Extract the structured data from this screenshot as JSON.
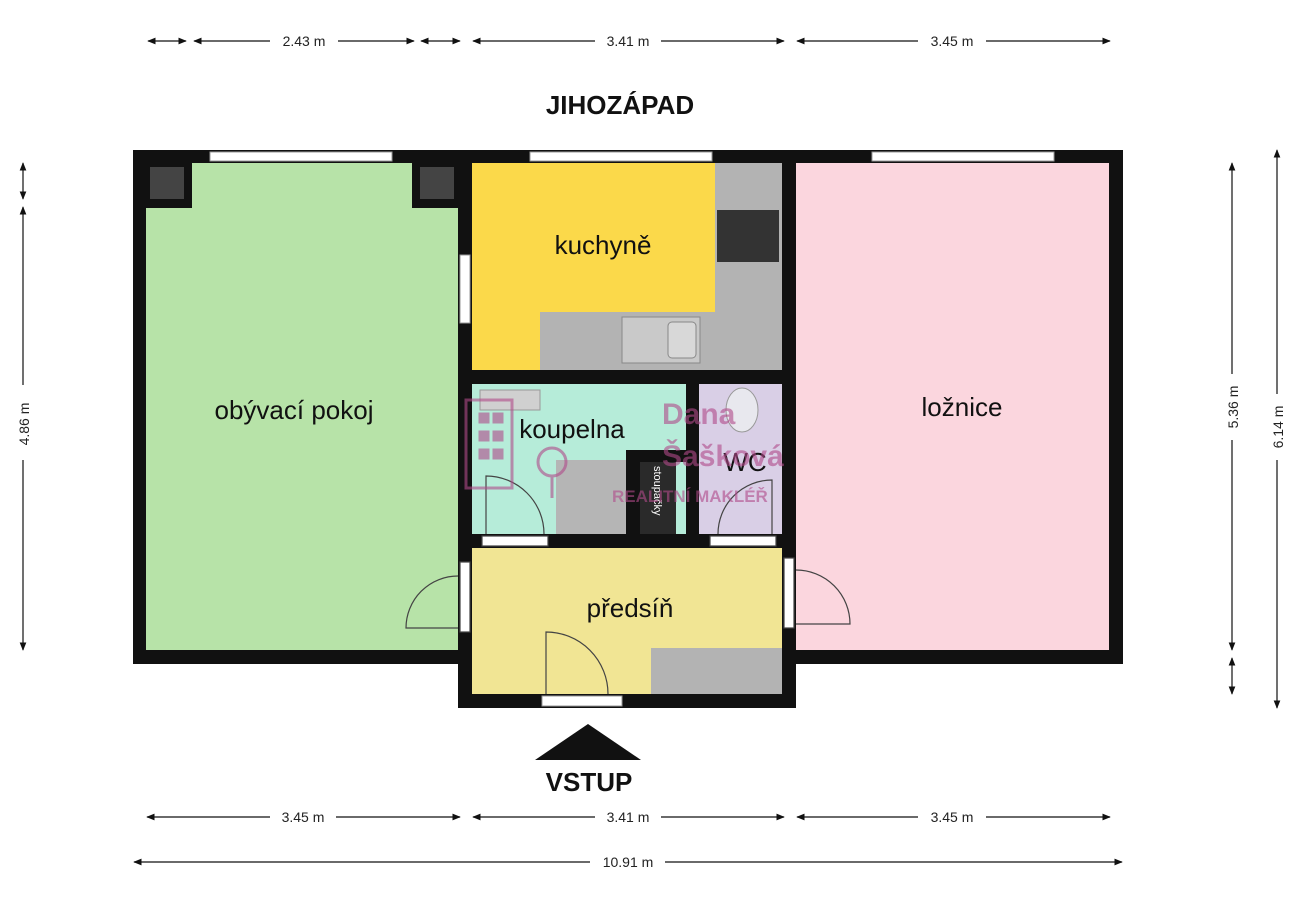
{
  "orientation": {
    "top": "JIHOZÁPAD",
    "entrance": "VSTUP"
  },
  "rooms": {
    "living": "obývací pokoj",
    "kitchen": "kuchyně",
    "bathroom": "koupelna",
    "wc": "WC",
    "bedroom": "ložnice",
    "hall": "předsíň",
    "shaft": "stoupačky"
  },
  "dimensions": {
    "top": [
      "2.43 m",
      "3.41 m",
      "3.45 m"
    ],
    "bottom": [
      "3.45 m",
      "3.41 m",
      "3.45 m"
    ],
    "total": "10.91 m",
    "left": "4.86 m",
    "right_inner": "5.36 m",
    "right_outer": "6.14 m"
  },
  "watermark": {
    "line1": "Dana",
    "line2": "Šašková",
    "line3": "REALITNÍ MAKLÉŘ"
  },
  "colors": {
    "living": "#b7e3a8",
    "kitchen": "#fbd94a",
    "bathroom": "#b6ecd9",
    "wc": "#d9cfe6",
    "bedroom": "#fbd6de",
    "hall": "#f1e594",
    "counter": "#b3b3b3",
    "wall": "#111111"
  }
}
